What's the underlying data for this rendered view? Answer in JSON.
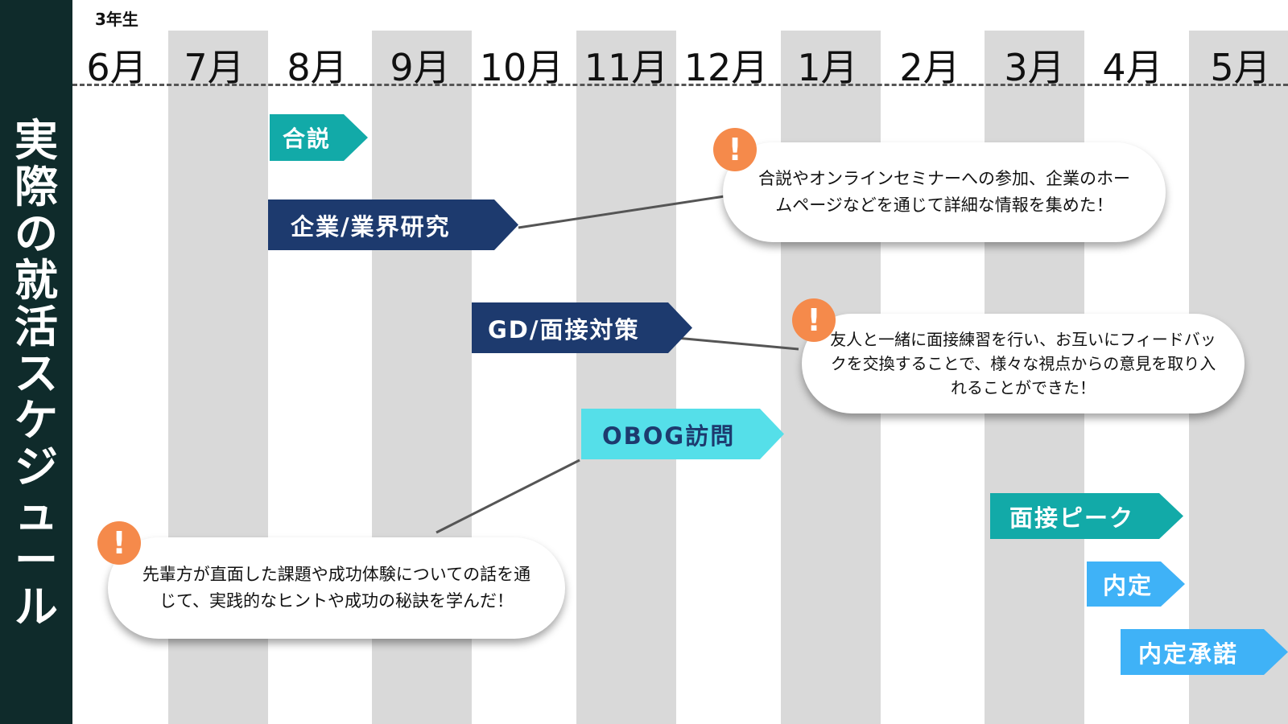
{
  "sidebar": {
    "title": "実際の就活スケジュール"
  },
  "timeline": {
    "year_label": "3年生",
    "months": [
      "6月",
      "7月",
      "8月",
      "9月",
      "10月",
      "11月",
      "12月",
      "1月",
      "2月",
      "3月",
      "4月",
      "5月"
    ]
  },
  "phases": {
    "gousetsu": "合説",
    "kigyou": "企業/業界研究",
    "gd": "GD/面接対策",
    "obog": "OBOG訪問",
    "mensetsu_peak": "面接ピーク",
    "naitei": "内定",
    "naitei_shoudaku": "内定承諾"
  },
  "notes": {
    "research": "合説やオンラインセミナーへの参加、企業のホームページなどを通じて詳細な情報を集めた！",
    "practice": "友人と一緒に面接練習を行い、お互いにフィードバックを交換することで、様々な視点からの意見を取り入れることができた！",
    "obog": "先輩方が直面した課題や成功体験についての話を通じて、実践的なヒントや成功の秘訣を学んだ！",
    "alert_symbol": "!"
  },
  "colors": {
    "sidebar": "#0f2b2b",
    "teal": "#12aaa8",
    "navy": "#1d3a6e",
    "cyan": "#55dfe9",
    "sky": "#3fb2f7",
    "alert": "#f58a4b",
    "stripe": "#d9d9d9"
  }
}
